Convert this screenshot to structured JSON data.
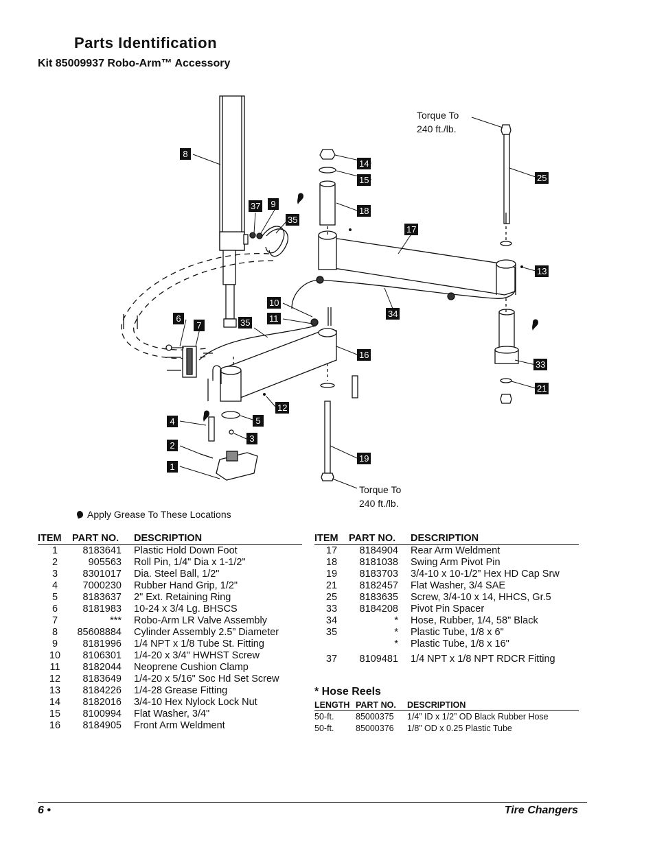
{
  "header": {
    "title": "Parts Identification",
    "subtitle": "Kit 85009937 Robo-Arm™ Accessory"
  },
  "diagram": {
    "torque_top": [
      "Torque To",
      "240 ft./lb."
    ],
    "torque_bottom": [
      "Torque To",
      "240 ft./lb."
    ],
    "callouts": [
      "8",
      "14",
      "15",
      "25",
      "37",
      "9",
      "18",
      "35",
      "17",
      "13",
      "10",
      "34",
      "6",
      "7",
      "35",
      "11",
      "33",
      "16",
      "21",
      "12",
      "4",
      "5",
      "3",
      "2",
      "19",
      "1"
    ],
    "grease_note": "Apply Grease To These Locations"
  },
  "parts_table": {
    "headers": [
      "ITEM",
      "PART NO.",
      "DESCRIPTION"
    ],
    "left_rows": [
      [
        "1",
        "8183641",
        "Plastic Hold Down Foot"
      ],
      [
        "2",
        "905563",
        "Roll Pin, 1/4\" Dia x 1-1/2\""
      ],
      [
        "3",
        "8301017",
        "Dia. Steel Ball, 1/2\""
      ],
      [
        "4",
        "7000230",
        "Rubber Hand Grip, 1/2\""
      ],
      [
        "5",
        "8183637",
        "2\" Ext. Retaining Ring"
      ],
      [
        "6",
        "8181983",
        "10-24 x 3/4 Lg. BHSCS"
      ],
      [
        "7",
        "***",
        "Robo-Arm LR Valve Assembly"
      ],
      [
        "8",
        "85608884",
        "Cylinder Assembly 2.5” Diameter"
      ],
      [
        "9",
        "8181996",
        "1/4 NPT x 1/8 Tube St. Fitting"
      ],
      [
        "10",
        "8106301",
        "1/4-20 x 3/4\" HWHST Screw"
      ],
      [
        "11",
        "8182044",
        "Neoprene Cushion Clamp"
      ],
      [
        "12",
        "8183649",
        "1/4-20 x 5/16\" Soc Hd Set Screw"
      ],
      [
        "13",
        "8184226",
        "1/4-28 Grease Fitting"
      ],
      [
        "14",
        "8182016",
        "3/4-10 Hex Nylock Lock Nut"
      ],
      [
        "15",
        "8100994",
        "Flat Washer, 3/4\""
      ],
      [
        "16",
        "8184905",
        "Front Arm Weldment"
      ]
    ],
    "right_rows": [
      [
        "17",
        "8184904",
        "Rear Arm Weldment"
      ],
      [
        "18",
        "8181038",
        "Swing Arm Pivot Pin"
      ],
      [
        "19",
        "8183703",
        "3/4-10 x 10-1/2” Hex HD Cap Srw"
      ],
      [
        "21",
        "8182457",
        "Flat Washer, 3/4 SAE"
      ],
      [
        "25",
        "8183635",
        "Screw, 3/4-10 x 14, HHCS, Gr.5"
      ],
      [
        "33",
        "8184208",
        "Pivot Pin Spacer"
      ],
      [
        "34",
        "*",
        "Hose, Rubber, 1/4, 58\" Black"
      ],
      [
        "35",
        "*",
        "Plastic Tube, 1/8 x 6\""
      ],
      [
        "",
        "*",
        "Plastic Tube, 1/8 x 16\""
      ],
      [
        "37",
        "8109481",
        "1/4 NPT x 1/8 NPT RDCR Fitting"
      ]
    ]
  },
  "hose_reels": {
    "title": "* Hose Reels",
    "headers": [
      "LENGTH",
      "PART NO.",
      "DESCRIPTION"
    ],
    "rows": [
      [
        "50-ft.",
        "85000375",
        "1/4” ID x 1/2” OD Black Rubber Hose"
      ],
      [
        "50-ft.",
        "85000376",
        "1/8” OD x 0.25 Plastic Tube"
      ]
    ]
  },
  "footer": {
    "page": "6 •",
    "section": "Tire Changers"
  }
}
